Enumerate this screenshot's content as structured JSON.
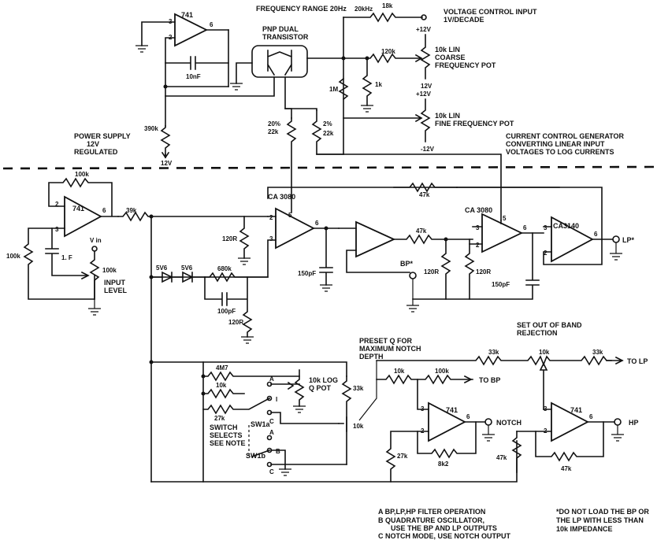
{
  "top": {
    "opamp_741": "741",
    "pin2": "2",
    "pin3": "3",
    "pin6": "6",
    "cap_10nf": "10nF",
    "res_390k": "390k",
    "supply_12v": "12V",
    "pnp_title_1": "PNP DUAL",
    "pnp_title_2": "TRANSISTOR",
    "freq_range": "FREQUENCY RANGE 20Hz",
    "freq_20khz": "20kHz",
    "res_18k": "18k",
    "vc_title_1": "VOLTAGE CONTROL INPUT",
    "vc_title_2": "1V/DECADE",
    "plus12_a": "+12V",
    "res_120k": "120k",
    "coarse_1": "10k LIN",
    "coarse_2": "COARSE",
    "coarse_3": "FREQUENCY POT",
    "minus12_a": "12V",
    "plus12_b": "+12V",
    "res_1m": "1M",
    "res_1k": "1k",
    "fine_1": "10k LIN",
    "fine_2": "FINE FREQUENCY POT",
    "minus12_b": "-12V",
    "r20_1": "20%",
    "r20_2": "22k",
    "r2_1": "2%",
    "r2_2": "22k",
    "ps_1": "POWER SUPPLY",
    "ps_2": "12V",
    "ps_3": "REGULATED",
    "ccg_1": "CURRENT CONTROL GENERATOR",
    "ccg_2": "CONVERTING LINEAR INPUT",
    "ccg_3": "VOLTAGES TO LOG CURRENTS"
  },
  "mid": {
    "res_100k_fb": "100k",
    "opamp_741": "741",
    "pin2": "2",
    "pin3": "3",
    "pin6": "6",
    "pin5": "5",
    "res_39k": "39k",
    "res_100k_in": "100k",
    "cap_1f": "1. F",
    "vin": "V in",
    "pot_100k": "100k",
    "input_1": "INPUT",
    "input_2": "LEVEL",
    "ca3080_a": "CA 3080",
    "res_120r_a": "120R",
    "cap_150pf_a": "150pF",
    "res_47k_top": "47k",
    "res_47k": "47k",
    "bp_out": "BP*",
    "res_120r_b": "120R",
    "res_120r_c": "120R",
    "ca3080_b": "CA 3080",
    "cap_150pf_b": "150pF",
    "ca3140": "CA3140",
    "lp_out": "LP*",
    "zener_a": "5V6",
    "zener_b": "5V6",
    "res_680k": "680k",
    "cap_100pf": "100pF",
    "res_120r_d": "120R"
  },
  "lower": {
    "res_4m7": "4M7",
    "res_10k": "10k",
    "res_27k": "27k",
    "sw1a": "SW1a",
    "sw1b": "SW1b",
    "pos_a1": "A",
    "pos_b1": "I",
    "pos_c1": "C",
    "pos_a2": "A",
    "pos_b2": "B",
    "pos_c2": "C",
    "qpot_1": "10k LOG",
    "qpot_2": "Q POT",
    "res_33k_v": "33k",
    "pot_10k_notch": "10k",
    "preset_1": "PRESET Q FOR",
    "preset_2": "MAXIMUM NOTCH",
    "preset_3": "DEPTH",
    "swsel_1": "SWITCH",
    "swsel_2": "SELECTS",
    "swsel_3": "SEE NOTE",
    "band_1": "SET OUT OF BAND",
    "band_2": "REJECTION",
    "res_33k_a": "33k",
    "pot_10k_band": "10k",
    "res_33k_b": "33k",
    "to_lp": "TO LP",
    "res_10k_bp": "10k",
    "res_100k_bp": "100k",
    "to_bp": "TO BP",
    "opamp_741_a": "741",
    "opamp_741_b": "741",
    "notch": "NOTCH",
    "hp": "HP",
    "res_27k_n": "27k",
    "res_8k2": "8k2",
    "res_47k_h1": "47k",
    "res_47k_h2": "47k",
    "pin2": "2",
    "pin3": "3",
    "pin6": "6"
  },
  "notes": {
    "a": "A   BP,LP,HP FILTER OPERATION",
    "b1": "B   QUADRATURE OSCILLATOR,",
    "b2": "USE THE BP AND LP OUTPUTS",
    "c": "C   NOTCH MODE, USE NOTCH OUTPUT",
    "star1": "*DO NOT LOAD THE BP OR",
    "star2": "THE LP WITH LESS THAN",
    "star3": "10k IMPEDANCE"
  }
}
